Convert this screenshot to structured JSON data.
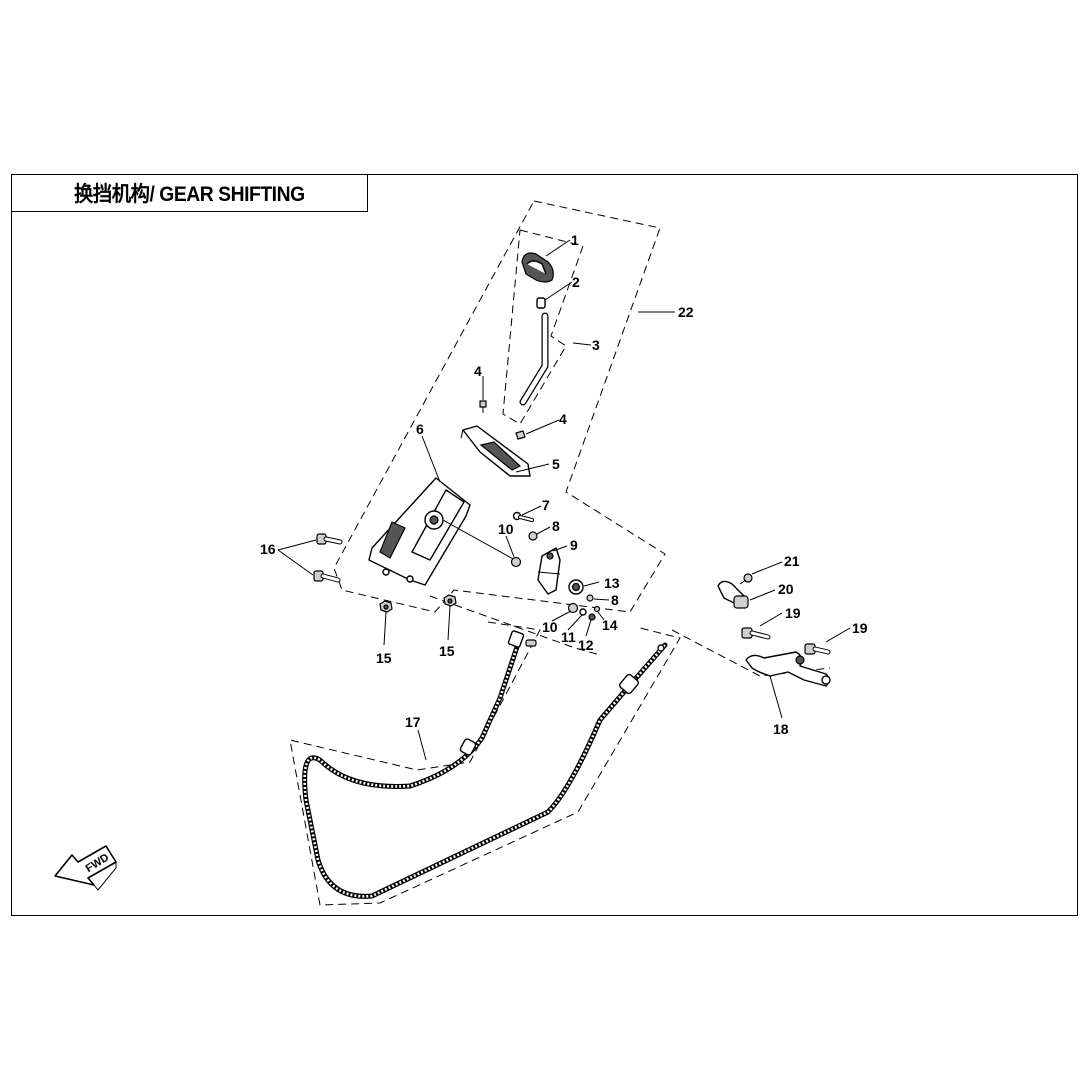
{
  "title": "换挡机构/ GEAR SHIFTING",
  "direction_marker": "FWD",
  "callouts": [
    {
      "id": "1",
      "label": "1"
    },
    {
      "id": "2",
      "label": "2"
    },
    {
      "id": "3",
      "label": "3"
    },
    {
      "id": "4a",
      "label": "4"
    },
    {
      "id": "4b",
      "label": "4"
    },
    {
      "id": "5",
      "label": "5"
    },
    {
      "id": "6",
      "label": "6"
    },
    {
      "id": "7",
      "label": "7"
    },
    {
      "id": "8a",
      "label": "8"
    },
    {
      "id": "8b",
      "label": "8"
    },
    {
      "id": "9",
      "label": "9"
    },
    {
      "id": "10a",
      "label": "10"
    },
    {
      "id": "10b",
      "label": "10"
    },
    {
      "id": "11",
      "label": "11"
    },
    {
      "id": "12",
      "label": "12"
    },
    {
      "id": "13",
      "label": "13"
    },
    {
      "id": "14",
      "label": "14"
    },
    {
      "id": "15a",
      "label": "15"
    },
    {
      "id": "15b",
      "label": "15"
    },
    {
      "id": "16",
      "label": "16"
    },
    {
      "id": "17",
      "label": "17"
    },
    {
      "id": "18",
      "label": "18"
    },
    {
      "id": "19a",
      "label": "19"
    },
    {
      "id": "19b",
      "label": "19"
    },
    {
      "id": "20",
      "label": "20"
    },
    {
      "id": "21",
      "label": "21"
    },
    {
      "id": "22",
      "label": "22"
    }
  ]
}
